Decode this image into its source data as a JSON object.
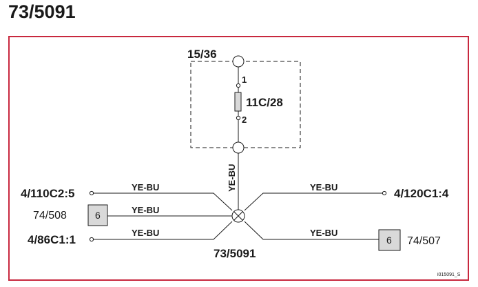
{
  "page": {
    "title": "73/5091"
  },
  "colors": {
    "frame": "#c8283e",
    "line": "#1a1a1a",
    "box_fill": "#d9d9d9"
  },
  "supply": {
    "label": "15/36"
  },
  "fuse": {
    "label": "11C/28",
    "pin_top": "1",
    "pin_bottom": "2"
  },
  "vertical_wire": {
    "color_code": "YE-BU"
  },
  "splice": {
    "label": "73/5091"
  },
  "left": [
    {
      "connector": "4/110C2:5",
      "wire": "YE-BU"
    },
    {
      "connector": "74/508",
      "box": "6",
      "wire": "YE-BU"
    },
    {
      "connector": "4/86C1:1",
      "wire": "YE-BU"
    }
  ],
  "right": [
    {
      "connector": "4/120C1:4",
      "wire": "YE-BU"
    },
    {
      "connector": "74/507",
      "box": "6",
      "wire": "YE-BU"
    }
  ],
  "figure_id": "i015091_S"
}
